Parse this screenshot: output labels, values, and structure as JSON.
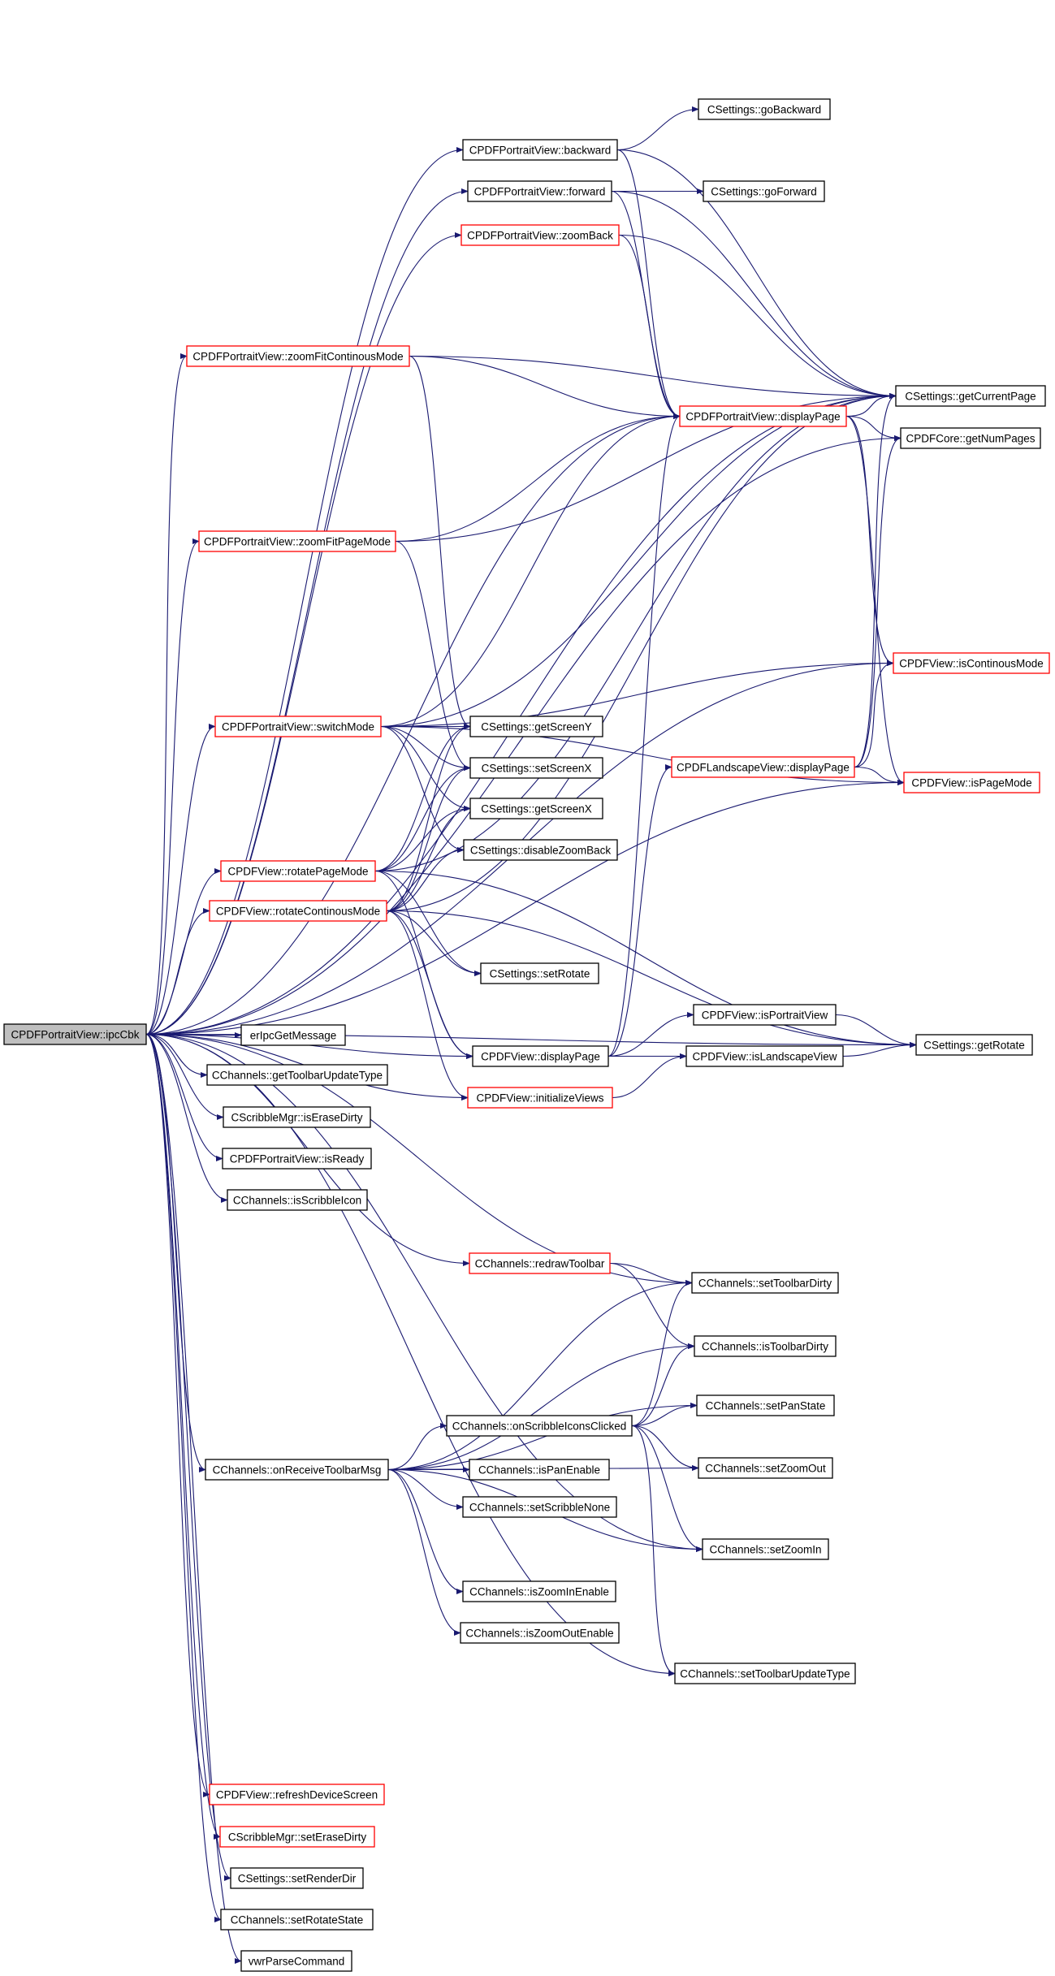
{
  "colors": {
    "edge": "#191970",
    "linked_border": "#000000",
    "truncated_border": "#ff0000",
    "root_fill": "#bfbfbf"
  },
  "graph": {
    "root": "n_ipcCbk",
    "nodes": [
      {
        "id": "n_ipcCbk",
        "label": "CPDFPortraitView::ipcCbk",
        "style": "root"
      },
      {
        "id": "n_backward",
        "label": "CPDFPortraitView::backward",
        "style": "linked"
      },
      {
        "id": "n_goBackward",
        "label": "CSettings::goBackward",
        "style": "linked"
      },
      {
        "id": "n_forward",
        "label": "CPDFPortraitView::forward",
        "style": "linked"
      },
      {
        "id": "n_goForward",
        "label": "CSettings::goForward",
        "style": "linked"
      },
      {
        "id": "n_zoomBack",
        "label": "CPDFPortraitView::zoomBack",
        "style": "truncated"
      },
      {
        "id": "n_zoomFitCont",
        "label": "CPDFPortraitView::zoomFitContinousMode",
        "style": "truncated"
      },
      {
        "id": "n_getCurrentPage",
        "label": "CSettings::getCurrentPage",
        "style": "linked"
      },
      {
        "id": "n_displayPageP",
        "label": "CPDFPortraitView::displayPage",
        "style": "truncated"
      },
      {
        "id": "n_getNumPages",
        "label": "CPDFCore::getNumPages",
        "style": "linked"
      },
      {
        "id": "n_zoomFitPage",
        "label": "CPDFPortraitView::zoomFitPageMode",
        "style": "truncated"
      },
      {
        "id": "n_isContinousMode",
        "label": "CPDFView::isContinousMode",
        "style": "truncated"
      },
      {
        "id": "n_switchMode",
        "label": "CPDFPortraitView::switchMode",
        "style": "truncated"
      },
      {
        "id": "n_getScreenY",
        "label": "CSettings::getScreenY",
        "style": "linked"
      },
      {
        "id": "n_setScreenX",
        "label": "CSettings::setScreenX",
        "style": "linked"
      },
      {
        "id": "n_displayPageL",
        "label": "CPDFLandscapeView::displayPage",
        "style": "truncated"
      },
      {
        "id": "n_isPageMode",
        "label": "CPDFView::isPageMode",
        "style": "truncated"
      },
      {
        "id": "n_getScreenX",
        "label": "CSettings::getScreenX",
        "style": "linked"
      },
      {
        "id": "n_rotatePageMode",
        "label": "CPDFView::rotatePageMode",
        "style": "truncated"
      },
      {
        "id": "n_disableZoomBack",
        "label": "CSettings::disableZoomBack",
        "style": "linked"
      },
      {
        "id": "n_rotateContMode",
        "label": "CPDFView::rotateContinousMode",
        "style": "truncated"
      },
      {
        "id": "n_setRotate",
        "label": "CSettings::setRotate",
        "style": "linked"
      },
      {
        "id": "n_isPortraitView",
        "label": "CPDFView::isPortraitView",
        "style": "linked"
      },
      {
        "id": "n_erIpcGetMessage",
        "label": "erIpcGetMessage",
        "style": "linked"
      },
      {
        "id": "n_getRotate",
        "label": "CSettings::getRotate",
        "style": "linked"
      },
      {
        "id": "n_displayPageV",
        "label": "CPDFView::displayPage",
        "style": "linked"
      },
      {
        "id": "n_isLandscapeView",
        "label": "CPDFView::isLandscapeView",
        "style": "linked"
      },
      {
        "id": "n_getToolbarUpdateType",
        "label": "CChannels::getToolbarUpdateType",
        "style": "linked"
      },
      {
        "id": "n_initializeViews",
        "label": "CPDFView::initializeViews",
        "style": "truncated"
      },
      {
        "id": "n_isEraseDirty",
        "label": "CScribbleMgr::isEraseDirty",
        "style": "linked"
      },
      {
        "id": "n_isReady",
        "label": "CPDFPortraitView::isReady",
        "style": "linked"
      },
      {
        "id": "n_isScribbleIcon",
        "label": "CChannels::isScribbleIcon",
        "style": "linked"
      },
      {
        "id": "n_redrawToolbar",
        "label": "CChannels::redrawToolbar",
        "style": "truncated"
      },
      {
        "id": "n_setToolbarDirty",
        "label": "CChannels::setToolbarDirty",
        "style": "linked"
      },
      {
        "id": "n_isToolbarDirty",
        "label": "CChannels::isToolbarDirty",
        "style": "linked"
      },
      {
        "id": "n_setPanState",
        "label": "CChannels::setPanState",
        "style": "linked"
      },
      {
        "id": "n_onScribbleIconsClicked",
        "label": "CChannels::onScribbleIconsClicked",
        "style": "linked"
      },
      {
        "id": "n_onReceiveToolbarMsg",
        "label": "CChannels::onReceiveToolbarMsg",
        "style": "linked"
      },
      {
        "id": "n_isPanEnable",
        "label": "CChannels::isPanEnable",
        "style": "linked"
      },
      {
        "id": "n_setZoomOut",
        "label": "CChannels::setZoomOut",
        "style": "linked"
      },
      {
        "id": "n_setScribbleNone",
        "label": "CChannels::setScribbleNone",
        "style": "linked"
      },
      {
        "id": "n_setZoomIn",
        "label": "CChannels::setZoomIn",
        "style": "linked"
      },
      {
        "id": "n_isZoomInEnable",
        "label": "CChannels::isZoomInEnable",
        "style": "linked"
      },
      {
        "id": "n_isZoomOutEnable",
        "label": "CChannels::isZoomOutEnable",
        "style": "linked"
      },
      {
        "id": "n_setToolbarUpdateType",
        "label": "CChannels::setToolbarUpdateType",
        "style": "linked"
      },
      {
        "id": "n_refreshDeviceScreen",
        "label": "CPDFView::refreshDeviceScreen",
        "style": "truncated"
      },
      {
        "id": "n_setEraseDirty",
        "label": "CScribbleMgr::setEraseDirty",
        "style": "truncated"
      },
      {
        "id": "n_setRenderDir",
        "label": "CSettings::setRenderDir",
        "style": "linked"
      },
      {
        "id": "n_setRotateState",
        "label": "CChannels::setRotateState",
        "style": "linked"
      },
      {
        "id": "n_vwrParseCommand",
        "label": "vwrParseCommand",
        "style": "linked"
      }
    ],
    "edges": [
      [
        "n_ipcCbk",
        "n_backward"
      ],
      [
        "n_ipcCbk",
        "n_forward"
      ],
      [
        "n_ipcCbk",
        "n_zoomBack"
      ],
      [
        "n_ipcCbk",
        "n_zoomFitCont"
      ],
      [
        "n_ipcCbk",
        "n_getCurrentPage"
      ],
      [
        "n_ipcCbk",
        "n_displayPageP"
      ],
      [
        "n_ipcCbk",
        "n_getNumPages"
      ],
      [
        "n_ipcCbk",
        "n_zoomFitPage"
      ],
      [
        "n_ipcCbk",
        "n_isContinousMode"
      ],
      [
        "n_ipcCbk",
        "n_switchMode"
      ],
      [
        "n_ipcCbk",
        "n_isPageMode"
      ],
      [
        "n_ipcCbk",
        "n_rotatePageMode"
      ],
      [
        "n_ipcCbk",
        "n_rotateContMode"
      ],
      [
        "n_ipcCbk",
        "n_erIpcGetMessage"
      ],
      [
        "n_ipcCbk",
        "n_getRotate"
      ],
      [
        "n_ipcCbk",
        "n_displayPageV"
      ],
      [
        "n_ipcCbk",
        "n_getToolbarUpdateType"
      ],
      [
        "n_ipcCbk",
        "n_initializeViews"
      ],
      [
        "n_ipcCbk",
        "n_isEraseDirty"
      ],
      [
        "n_ipcCbk",
        "n_isReady"
      ],
      [
        "n_ipcCbk",
        "n_isScribbleIcon"
      ],
      [
        "n_ipcCbk",
        "n_redrawToolbar"
      ],
      [
        "n_ipcCbk",
        "n_setToolbarDirty"
      ],
      [
        "n_ipcCbk",
        "n_onReceiveToolbarMsg"
      ],
      [
        "n_ipcCbk",
        "n_setZoomIn"
      ],
      [
        "n_ipcCbk",
        "n_setToolbarUpdateType"
      ],
      [
        "n_ipcCbk",
        "n_refreshDeviceScreen"
      ],
      [
        "n_ipcCbk",
        "n_setEraseDirty"
      ],
      [
        "n_ipcCbk",
        "n_setRenderDir"
      ],
      [
        "n_ipcCbk",
        "n_setRotateState"
      ],
      [
        "n_ipcCbk",
        "n_vwrParseCommand"
      ],
      [
        "n_backward",
        "n_goBackward"
      ],
      [
        "n_backward",
        "n_getCurrentPage"
      ],
      [
        "n_backward",
        "n_displayPageP"
      ],
      [
        "n_forward",
        "n_goForward"
      ],
      [
        "n_forward",
        "n_getCurrentPage"
      ],
      [
        "n_forward",
        "n_displayPageP"
      ],
      [
        "n_zoomBack",
        "n_getCurrentPage"
      ],
      [
        "n_zoomBack",
        "n_displayPageP"
      ],
      [
        "n_zoomFitCont",
        "n_getCurrentPage"
      ],
      [
        "n_zoomFitCont",
        "n_displayPageP"
      ],
      [
        "n_zoomFitCont",
        "n_getScreenY"
      ],
      [
        "n_zoomFitPage",
        "n_displayPageP"
      ],
      [
        "n_zoomFitPage",
        "n_getCurrentPage"
      ],
      [
        "n_zoomFitPage",
        "n_setScreenX"
      ],
      [
        "n_displayPageP",
        "n_getCurrentPage"
      ],
      [
        "n_displayPageP",
        "n_getNumPages"
      ],
      [
        "n_displayPageP",
        "n_isContinousMode"
      ],
      [
        "n_displayPageP",
        "n_isPageMode"
      ],
      [
        "n_switchMode",
        "n_displayPageP"
      ],
      [
        "n_switchMode",
        "n_getCurrentPage"
      ],
      [
        "n_switchMode",
        "n_isContinousMode"
      ],
      [
        "n_switchMode",
        "n_isPageMode"
      ],
      [
        "n_switchMode",
        "n_getScreenY"
      ],
      [
        "n_switchMode",
        "n_setScreenX"
      ],
      [
        "n_switchMode",
        "n_getScreenX"
      ],
      [
        "n_switchMode",
        "n_disableZoomBack"
      ],
      [
        "n_displayPageL",
        "n_getCurrentPage"
      ],
      [
        "n_displayPageL",
        "n_getNumPages"
      ],
      [
        "n_displayPageL",
        "n_isContinousMode"
      ],
      [
        "n_displayPageL",
        "n_isPageMode"
      ],
      [
        "n_rotatePageMode",
        "n_getScreenY"
      ],
      [
        "n_rotatePageMode",
        "n_setScreenX"
      ],
      [
        "n_rotatePageMode",
        "n_getScreenX"
      ],
      [
        "n_rotatePageMode",
        "n_setRotate"
      ],
      [
        "n_rotatePageMode",
        "n_getRotate"
      ],
      [
        "n_rotatePageMode",
        "n_displayPageV"
      ],
      [
        "n_rotatePageMode",
        "n_getCurrentPage"
      ],
      [
        "n_rotateContMode",
        "n_getScreenY"
      ],
      [
        "n_rotateContMode",
        "n_setScreenX"
      ],
      [
        "n_rotateContMode",
        "n_getScreenX"
      ],
      [
        "n_rotateContMode",
        "n_disableZoomBack"
      ],
      [
        "n_rotateContMode",
        "n_setRotate"
      ],
      [
        "n_rotateContMode",
        "n_displayPageV"
      ],
      [
        "n_rotateContMode",
        "n_getCurrentPage"
      ],
      [
        "n_rotateContMode",
        "n_getRotate"
      ],
      [
        "n_rotateContMode",
        "n_initializeViews"
      ],
      [
        "n_displayPageV",
        "n_isPortraitView"
      ],
      [
        "n_displayPageV",
        "n_isLandscapeView"
      ],
      [
        "n_displayPageV",
        "n_displayPageL"
      ],
      [
        "n_displayPageV",
        "n_displayPageP"
      ],
      [
        "n_isPortraitView",
        "n_getRotate"
      ],
      [
        "n_isLandscapeView",
        "n_getRotate"
      ],
      [
        "n_initializeViews",
        "n_isLandscapeView"
      ],
      [
        "n_redrawToolbar",
        "n_setToolbarDirty"
      ],
      [
        "n_redrawToolbar",
        "n_isToolbarDirty"
      ],
      [
        "n_onScribbleIconsClicked",
        "n_setPanState"
      ],
      [
        "n_onScribbleIconsClicked",
        "n_setToolbarDirty"
      ],
      [
        "n_onScribbleIconsClicked",
        "n_isToolbarDirty"
      ],
      [
        "n_onScribbleIconsClicked",
        "n_setZoomOut"
      ],
      [
        "n_onScribbleIconsClicked",
        "n_setZoomIn"
      ],
      [
        "n_onScribbleIconsClicked",
        "n_setToolbarUpdateType"
      ],
      [
        "n_onReceiveToolbarMsg",
        "n_onScribbleIconsClicked"
      ],
      [
        "n_onReceiveToolbarMsg",
        "n_isPanEnable"
      ],
      [
        "n_onReceiveToolbarMsg",
        "n_setScribbleNone"
      ],
      [
        "n_onReceiveToolbarMsg",
        "n_setZoomIn"
      ],
      [
        "n_onReceiveToolbarMsg",
        "n_isZoomInEnable"
      ],
      [
        "n_onReceiveToolbarMsg",
        "n_isZoomOutEnable"
      ],
      [
        "n_onReceiveToolbarMsg",
        "n_setPanState"
      ],
      [
        "n_onReceiveToolbarMsg",
        "n_isToolbarDirty"
      ],
      [
        "n_onReceiveToolbarMsg",
        "n_setToolbarDirty"
      ],
      [
        "n_onReceiveToolbarMsg",
        "n_setZoomOut"
      ]
    ]
  }
}
